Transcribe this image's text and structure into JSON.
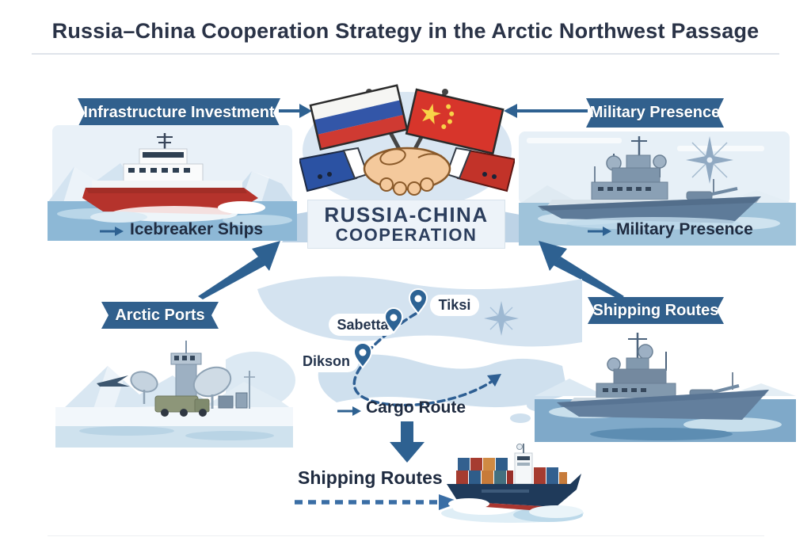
{
  "title": "Russia–China Cooperation Strategy in the Arctic Northwest Passage",
  "colors": {
    "ribbon_blue": "#31608d",
    "arrow_blue": "#2e6191",
    "text_navy": "#1f2b40",
    "map_land_blue": "#cfe0ee",
    "banner_light_blue": "#bdd3e6",
    "russia_flag_blue": "#3356a8",
    "russia_flag_red": "#cf3a32",
    "china_flag_red": "#d7352b",
    "china_star_yellow": "#f8d348",
    "icebreaker_red": "#b5332c",
    "warship_gray": "#5e7b99"
  },
  "nodes": {
    "infrastructure": {
      "label": "Infrastructure Investment"
    },
    "military": {
      "label": "Military Presence"
    },
    "arctic_ports": {
      "label": "Arctic Ports"
    },
    "shipping_routes": {
      "label": "Shipping Routes"
    }
  },
  "center": {
    "banner_line1": "RUSSIA-CHINA",
    "banner_line2": "COOPERATION"
  },
  "captions": {
    "icebreaker": "Icebreaker Ships",
    "military": "Military Presence",
    "cargo_route": "Cargo Route",
    "shipping": "Shipping Routes"
  },
  "map": {
    "pins": [
      {
        "label": "Dikson"
      },
      {
        "label": "Sabetta"
      },
      {
        "label": "Tiksi"
      }
    ]
  },
  "icons": {
    "arrow_right": "→",
    "arrow_left": "←",
    "arrow_down": "↓",
    "compass_rose": "✦",
    "location_pin": "⌖"
  }
}
